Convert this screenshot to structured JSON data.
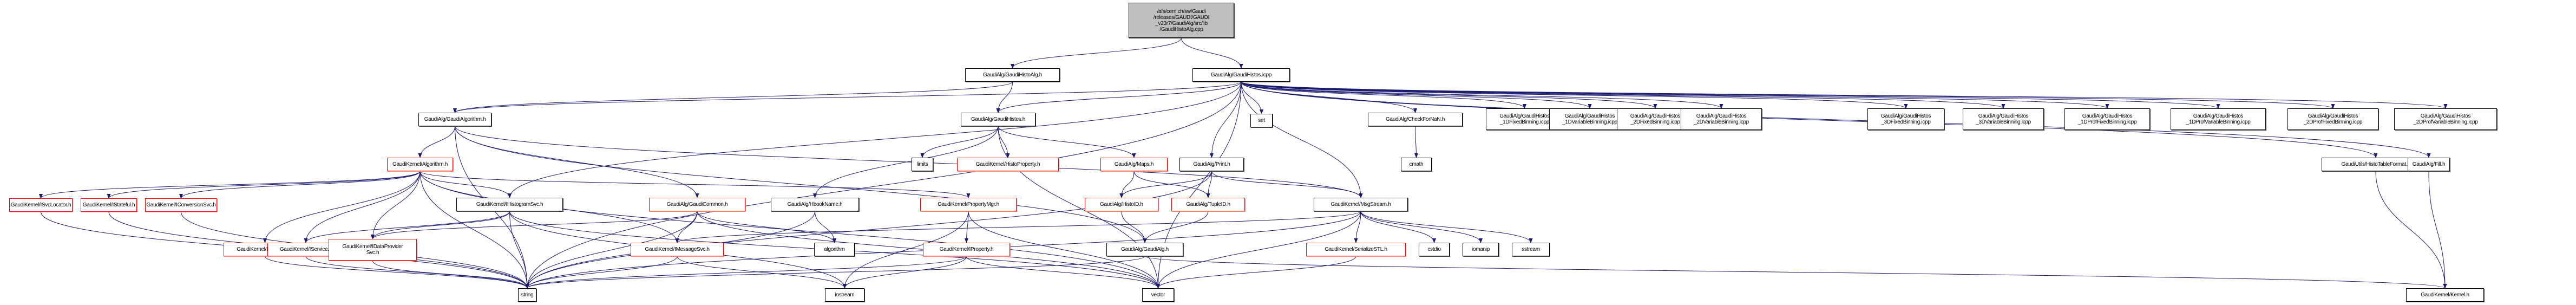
{
  "title": "GaudiHistoAlg.cpp include dependency graph",
  "colors": {
    "edge": "#191970",
    "node_border": "#000000",
    "node_border_incomplete": "#ff0000",
    "root_fill": "#bfbfbf"
  },
  "nodes": [
    {
      "id": "root",
      "label": "/afs/cern.ch/sw/Gaudi\n/releases/GAUDI/GAUDI\n_v23r7/GaudiAlg/src/lib\n/GaudiHistoAlg.cpp",
      "kind": "root"
    },
    {
      "id": "histoalg_h",
      "label": "GaudiAlg/GaudiHistoAlg.h",
      "kind": "normal"
    },
    {
      "id": "histos_icpp",
      "label": "GaudiAlg/GaudiHistos.icpp",
      "kind": "normal"
    },
    {
      "id": "gaudialgorithm_h",
      "label": "GaudiAlg/GaudiAlgorithm.h",
      "kind": "normal"
    },
    {
      "id": "histos_h",
      "label": "GaudiAlg/GaudiHistos.h",
      "kind": "normal"
    },
    {
      "id": "set",
      "label": "set",
      "kind": "normal"
    },
    {
      "id": "checkfornan",
      "label": "GaudiAlg/CheckForNaN.h",
      "kind": "normal"
    },
    {
      "id": "h1dfixed",
      "label": "GaudiAlg/GaudiHistos\n_1DFixedBinning.icpp",
      "kind": "normal"
    },
    {
      "id": "h1dvar",
      "label": "GaudiAlg/GaudiHistos\n_1DVariableBinning.icpp",
      "kind": "normal"
    },
    {
      "id": "h2dfixed",
      "label": "GaudiAlg/GaudiHistos\n_2DFixedBinning.icpp",
      "kind": "normal"
    },
    {
      "id": "h2dvar",
      "label": "GaudiAlg/GaudiHistos\n_2DVariableBinning.icpp",
      "kind": "normal"
    },
    {
      "id": "h3dfixed",
      "label": "GaudiAlg/GaudiHistos\n_3DFixedBinning.icpp",
      "kind": "normal"
    },
    {
      "id": "h3dvar",
      "label": "GaudiAlg/GaudiHistos\n_3DVariableBinning.icpp",
      "kind": "normal"
    },
    {
      "id": "h1dproffixed",
      "label": "GaudiAlg/GaudiHistos\n_1DProfFixedBinning.icpp",
      "kind": "normal"
    },
    {
      "id": "h1dprofvar",
      "label": "GaudiAlg/GaudiHistos\n_1DProfVariableBinning.icpp",
      "kind": "normal"
    },
    {
      "id": "h2dproffixed",
      "label": "GaudiAlg/GaudiHistos\n_2DProfFixedBinning.icpp",
      "kind": "normal"
    },
    {
      "id": "h2dprofvar",
      "label": "GaudiAlg/GaudiHistos\n_2DProfVariableBinning.icpp",
      "kind": "normal"
    },
    {
      "id": "algorithm_h",
      "label": "GaudiKernel/Algorithm.h",
      "kind": "red"
    },
    {
      "id": "limits",
      "label": "limits",
      "kind": "normal"
    },
    {
      "id": "histoproperty",
      "label": "GaudiKernel/HistoProperty.h",
      "kind": "red"
    },
    {
      "id": "maps",
      "label": "GaudiAlg/Maps.h",
      "kind": "red"
    },
    {
      "id": "print",
      "label": "GaudiAlg/Print.h",
      "kind": "normal"
    },
    {
      "id": "cmath",
      "label": "cmath",
      "kind": "normal"
    },
    {
      "id": "histotableformat",
      "label": "GaudiUtils/HistoTableFormat.h",
      "kind": "normal"
    },
    {
      "id": "fill",
      "label": "GaudiAlg/Fill.h",
      "kind": "normal"
    },
    {
      "id": "isvclocator",
      "label": "GaudiKernel/ISvcLocator.h",
      "kind": "red"
    },
    {
      "id": "istateful",
      "label": "GaudiKernel/IStateful.h",
      "kind": "red"
    },
    {
      "id": "iconversionsvc",
      "label": "GaudiKernel/IConversionSvc.h",
      "kind": "red"
    },
    {
      "id": "ihistogramsvc",
      "label": "GaudiKernel/IHistogramSvc.h",
      "kind": "normal"
    },
    {
      "id": "gaudicommon",
      "label": "GaudiAlg/GaudiCommon.h",
      "kind": "red"
    },
    {
      "id": "hbookname",
      "label": "GaudiAlg/HbookName.h",
      "kind": "normal"
    },
    {
      "id": "propertymgr",
      "label": "GaudiKernel/PropertyMgr.h",
      "kind": "red"
    },
    {
      "id": "histoid",
      "label": "GaudiAlg/HistoID.h",
      "kind": "red"
    },
    {
      "id": "tupleid",
      "label": "GaudiAlg/TupleID.h",
      "kind": "red"
    },
    {
      "id": "msgstream",
      "label": "GaudiKernel/MsgStream.h",
      "kind": "normal"
    },
    {
      "id": "ialgorithm",
      "label": "GaudiKernel/IAlgorithm.h",
      "kind": "red"
    },
    {
      "id": "iservice",
      "label": "GaudiKernel/IService.h",
      "kind": "red"
    },
    {
      "id": "idataprovidersvc",
      "label": "GaudiKernel/IDataProvider\nSvc.h",
      "kind": "red"
    },
    {
      "id": "imessagesvc",
      "label": "GaudiKernel/IMessageSvc.h",
      "kind": "red"
    },
    {
      "id": "algorithm",
      "label": "algorithm",
      "kind": "normal"
    },
    {
      "id": "iproperty",
      "label": "GaudiKernel/IProperty.h",
      "kind": "red"
    },
    {
      "id": "gaudialg_h",
      "label": "GaudiAlg/GaudiAlg.h",
      "kind": "normal"
    },
    {
      "id": "serializestl",
      "label": "GaudiKernel/SerializeSTL.h",
      "kind": "red"
    },
    {
      "id": "cstdio",
      "label": "cstdio",
      "kind": "normal"
    },
    {
      "id": "iomanip",
      "label": "iomanip",
      "kind": "normal"
    },
    {
      "id": "sstream",
      "label": "sstream",
      "kind": "normal"
    },
    {
      "id": "string",
      "label": "string",
      "kind": "normal"
    },
    {
      "id": "iostream",
      "label": "iostream",
      "kind": "normal"
    },
    {
      "id": "vector",
      "label": "vector",
      "kind": "normal"
    },
    {
      "id": "kernel_h",
      "label": "GaudiKernel/Kernel.h",
      "kind": "normal"
    }
  ],
  "edges": [
    [
      "root",
      "histoalg_h"
    ],
    [
      "root",
      "histos_icpp"
    ],
    [
      "histoalg_h",
      "gaudialgorithm_h"
    ],
    [
      "histoalg_h",
      "histos_h"
    ],
    [
      "histos_icpp",
      "histos_h"
    ],
    [
      "histos_icpp",
      "gaudialgorithm_h"
    ],
    [
      "histos_icpp",
      "set"
    ],
    [
      "histos_icpp",
      "checkfornan"
    ],
    [
      "histos_icpp",
      "h1dfixed"
    ],
    [
      "histos_icpp",
      "h1dvar"
    ],
    [
      "histos_icpp",
      "h2dfixed"
    ],
    [
      "histos_icpp",
      "h2dvar"
    ],
    [
      "histos_icpp",
      "h3dfixed"
    ],
    [
      "histos_icpp",
      "h3dvar"
    ],
    [
      "histos_icpp",
      "h1dproffixed"
    ],
    [
      "histos_icpp",
      "h1dprofvar"
    ],
    [
      "histos_icpp",
      "h2dproffixed"
    ],
    [
      "histos_icpp",
      "h2dprofvar"
    ],
    [
      "histos_icpp",
      "histotableformat"
    ],
    [
      "histos_icpp",
      "fill"
    ],
    [
      "histos_icpp",
      "print"
    ],
    [
      "histos_icpp",
      "msgstream"
    ],
    [
      "histos_icpp",
      "string"
    ],
    [
      "histos_icpp",
      "vector"
    ],
    [
      "histos_icpp",
      "ihistogramsvc"
    ],
    [
      "checkfornan",
      "cmath"
    ],
    [
      "gaudialgorithm_h",
      "algorithm_h"
    ],
    [
      "gaudialgorithm_h",
      "gaudicommon"
    ],
    [
      "gaudialgorithm_h",
      "gaudialg_h"
    ],
    [
      "gaudialgorithm_h",
      "msgstream"
    ],
    [
      "gaudialgorithm_h",
      "string"
    ],
    [
      "histos_h",
      "limits"
    ],
    [
      "histos_h",
      "histoproperty"
    ],
    [
      "histos_h",
      "maps"
    ],
    [
      "histos_h",
      "hbookname"
    ],
    [
      "histos_h",
      "vector"
    ],
    [
      "algorithm_h",
      "isvclocator"
    ],
    [
      "algorithm_h",
      "istateful"
    ],
    [
      "algorithm_h",
      "iconversionsvc"
    ],
    [
      "algorithm_h",
      "ihistogramsvc"
    ],
    [
      "algorithm_h",
      "propertymgr"
    ],
    [
      "algorithm_h",
      "ialgorithm"
    ],
    [
      "algorithm_h",
      "iservice"
    ],
    [
      "algorithm_h",
      "idataprovidersvc"
    ],
    [
      "algorithm_h",
      "imessagesvc"
    ],
    [
      "algorithm_h",
      "string"
    ],
    [
      "algorithm_h",
      "vector"
    ],
    [
      "maps",
      "histoid"
    ],
    [
      "maps",
      "tupleid"
    ],
    [
      "print",
      "histoid"
    ],
    [
      "print",
      "tupleid"
    ],
    [
      "print",
      "msgstream"
    ],
    [
      "print",
      "string"
    ],
    [
      "isvclocator",
      "string"
    ],
    [
      "istateful",
      "string"
    ],
    [
      "iconversionsvc",
      "string"
    ],
    [
      "ihistogramsvc",
      "idataprovidersvc"
    ],
    [
      "ihistogramsvc",
      "iservice"
    ],
    [
      "ihistogramsvc",
      "string"
    ],
    [
      "ihistogramsvc",
      "iostream"
    ],
    [
      "ihistogramsvc",
      "vector"
    ],
    [
      "gaudicommon",
      "idataprovidersvc"
    ],
    [
      "gaudicommon",
      "imessagesvc"
    ],
    [
      "gaudicommon",
      "algorithm"
    ],
    [
      "gaudicommon",
      "string"
    ],
    [
      "gaudicommon",
      "vector"
    ],
    [
      "hbookname",
      "algorithm"
    ],
    [
      "hbookname",
      "string"
    ],
    [
      "propertymgr",
      "iproperty"
    ],
    [
      "propertymgr",
      "iostream"
    ],
    [
      "propertymgr",
      "vector"
    ],
    [
      "histoid",
      "gaudialg_h"
    ],
    [
      "tupleid",
      "gaudialg_h"
    ],
    [
      "msgstream",
      "imessagesvc"
    ],
    [
      "msgstream",
      "serializestl"
    ],
    [
      "msgstream",
      "cstdio"
    ],
    [
      "msgstream",
      "iomanip"
    ],
    [
      "msgstream",
      "sstream"
    ],
    [
      "msgstream",
      "string"
    ],
    [
      "msgstream",
      "vector"
    ],
    [
      "ialgorithm",
      "string"
    ],
    [
      "iservice",
      "string"
    ],
    [
      "idataprovidersvc",
      "string"
    ],
    [
      "imessagesvc",
      "string"
    ],
    [
      "imessagesvc",
      "iostream"
    ],
    [
      "iproperty",
      "string"
    ],
    [
      "iproperty",
      "vector"
    ],
    [
      "iproperty",
      "iostream"
    ],
    [
      "gaudialg_h",
      "kernel_h"
    ],
    [
      "gaudialg_h",
      "string"
    ],
    [
      "serializestl",
      "vector"
    ],
    [
      "histotableformat",
      "kernel_h"
    ],
    [
      "fill",
      "kernel_h"
    ]
  ]
}
